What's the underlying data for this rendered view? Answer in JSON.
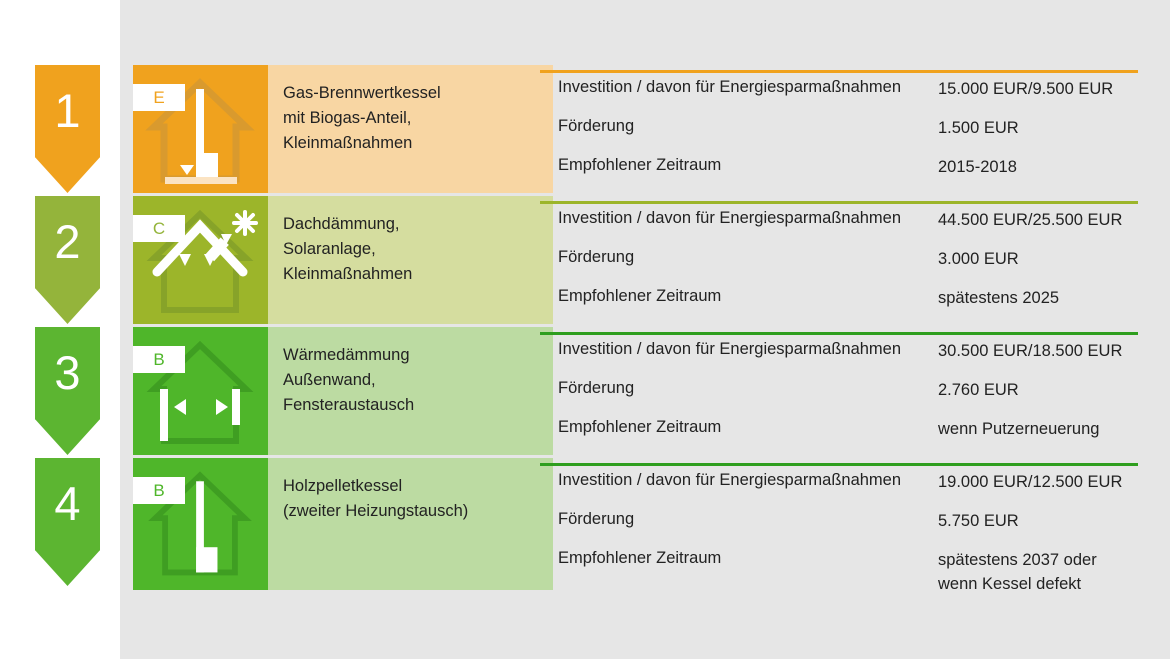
{
  "palette": {
    "page_background": "#ffffff",
    "panel_background": "#e6e6e6",
    "badge_background": "#ffffff",
    "text": "#222222",
    "marker_orange": "#f0a21e",
    "marker_olive": "#94b43b",
    "marker_green": "#5cb531",
    "row1_icon_bg": "#f0a21e",
    "row1_desc_bg": "#f8d6a3",
    "row1_rule": "#f0a21e",
    "row2_icon_bg": "#9cb52a",
    "row2_desc_bg": "#d5dd9f",
    "row2_rule": "#9cb52a",
    "row3_icon_bg": "#4fb62a",
    "row3_desc_bg": "#bcdba2",
    "row3_rule": "#2e9e1e",
    "row4_icon_bg": "#4fb62a",
    "row4_desc_bg": "#bcdba2",
    "row4_rule": "#2e9e1e",
    "icon_line": "#ffffff",
    "icon_outline_row1": "#d99a2e",
    "icon_outline_row2": "#87a329",
    "icon_outline_row3": "#3f9e22",
    "icon_outline_row4": "#3f9e22"
  },
  "labels": {
    "investition": "Investition / davon für Energiesparmaßnahmen",
    "foerderung": "Förderung",
    "zeitraum": "Empfohlener Zeitraum"
  },
  "steps": [
    {
      "number": "1",
      "marker_color": "#f0a21e",
      "badge": "E",
      "badge_color": "#f0a21e",
      "icon": "house-boiler-icon",
      "description": "Gas-Brennwertkessel\nmit Biogas-Anteil,\nKleinmaßnahmen",
      "investition": "15.000 EUR/9.500 EUR",
      "foerderung": "1.500 EUR",
      "zeitraum": "2015-2018"
    },
    {
      "number": "2",
      "marker_color": "#94b43b",
      "badge": "C",
      "badge_color": "#94b43b",
      "icon": "house-roof-insulation-solar-icon",
      "description": "Dachdämmung,\nSolaranlage,\nKleinmaßnahmen",
      "investition": "44.500 EUR/25.500 EUR",
      "foerderung": "3.000 EUR",
      "zeitraum": "spätestens 2025"
    },
    {
      "number": "3",
      "marker_color": "#5cb531",
      "badge": "B",
      "badge_color": "#4fb62a",
      "icon": "house-wall-insulation-icon",
      "description": "Wärmedämmung\nAußenwand,\nFensteraustausch",
      "investition": "30.500 EUR/18.500 EUR",
      "foerderung": "2.760 EUR",
      "zeitraum": "wenn Putzerneuerung"
    },
    {
      "number": "4",
      "marker_color": "#5cb531",
      "badge": "B",
      "badge_color": "#4fb62a",
      "icon": "house-pellet-boiler-icon",
      "description": "Holzpelletkessel\n(zweiter Heizungstausch)",
      "investition": "19.000 EUR/12.500 EUR",
      "foerderung": "5.750 EUR",
      "zeitraum": "spätestens 2037 oder\nwenn Kessel defekt"
    }
  ]
}
